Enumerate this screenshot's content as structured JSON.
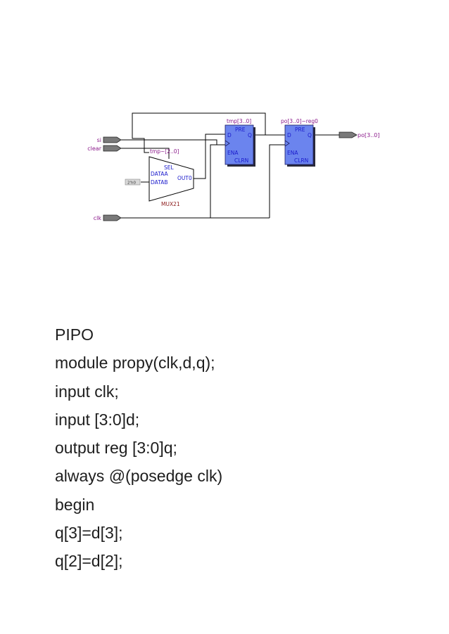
{
  "schematic": {
    "inputs": {
      "si": "si",
      "clear": "clear",
      "clk": "clk"
    },
    "output": "po[3..0]",
    "mux": {
      "instance_label": "tmp~[2..0]",
      "name": "MUX21",
      "pins": {
        "sel": "SEL",
        "dataa": "DATAA",
        "datab": "DATAB",
        "out": "OUT0"
      },
      "constant": "2'h0"
    },
    "reg1": {
      "name": "tmp[3..0]",
      "pins": {
        "pre": "PRE",
        "d": "D",
        "q": "Q",
        "ena": "ENA",
        "clrn": "CLRN"
      }
    },
    "reg2": {
      "name": "po[3..0]~reg0",
      "pins": {
        "pre": "PRE",
        "d": "D",
        "q": "Q",
        "ena": "ENA",
        "clrn": "CLRN"
      }
    },
    "colors": {
      "register_fill": "#6b84ee",
      "register_shadow": "#2a2a3a",
      "pin_text": "#1a1acc",
      "signal_text": "#8b1a8b",
      "port_fill": "#7a7a7a"
    }
  },
  "code": {
    "lines": [
      "PIPO",
      "module propy(clk,d,q);",
      "input clk;",
      "input [3:0]d;",
      "output reg [3:0]q;",
      "always @(posedge clk)",
      "begin",
      "q[3]=d[3];",
      "q[2]=d[2];"
    ]
  }
}
